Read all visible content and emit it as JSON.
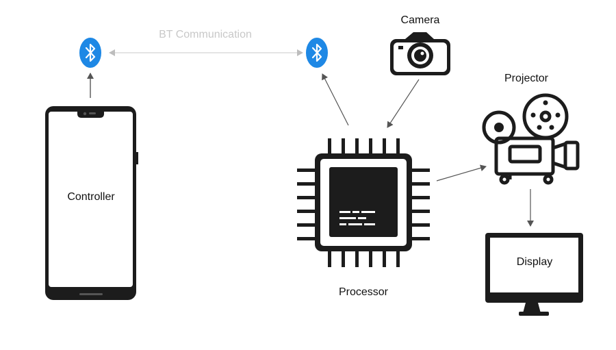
{
  "labels": {
    "bt_communication": "BT Communication",
    "camera": "Camera",
    "projector": "Projector",
    "controller": "Controller",
    "processor": "Processor",
    "display": "Display"
  },
  "colors": {
    "bluetooth": "#1e88e5",
    "link_text": "#c8c8c8",
    "link_line": "#c8c8c8",
    "arrow": "#555555",
    "device": "#1c1c1c"
  },
  "icons": {
    "bluetooth_left": "bluetooth-icon",
    "bluetooth_right": "bluetooth-icon",
    "camera": "camera-icon",
    "processor": "chip-icon",
    "projector": "film-projector-icon",
    "display": "monitor-icon",
    "controller": "smartphone-icon"
  }
}
